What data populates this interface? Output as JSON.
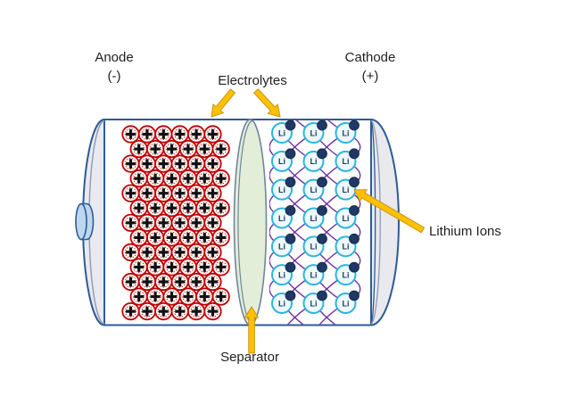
{
  "diagram": {
    "labels": {
      "anode_line1": "Anode",
      "anode_line2": "(-)",
      "cathode_line1": "Cathode",
      "cathode_line2": "(+)",
      "electrolytes": "Electrolytes",
      "separator": "Separator",
      "lithium_ions": "Lithium Ions"
    },
    "ion_symbol": "Li",
    "anode_grid": {
      "rows": 13,
      "cols": 6
    },
    "cathode_grid": {
      "rows": 7,
      "cols": 3
    },
    "colors": {
      "battery_outline": "#2e5b97",
      "cap_fill": "#e9e9ee",
      "cap_rim": "#8b9bb5",
      "separator_fill": "#e3eed9",
      "separator_outline": "#72849e",
      "terminal_fill": "#bdd7ee",
      "anode_ring": "#c00000",
      "anode_plus": "#111111",
      "ion_stroke": "#2fb4d9",
      "ion_fill": "#edf9fd",
      "ion_text": "#1f3864",
      "ion_dot": "#1f3864",
      "lattice": "#7030a0",
      "arrow_fill": "#ffc000",
      "arrow_outline": "#c8951c"
    }
  }
}
